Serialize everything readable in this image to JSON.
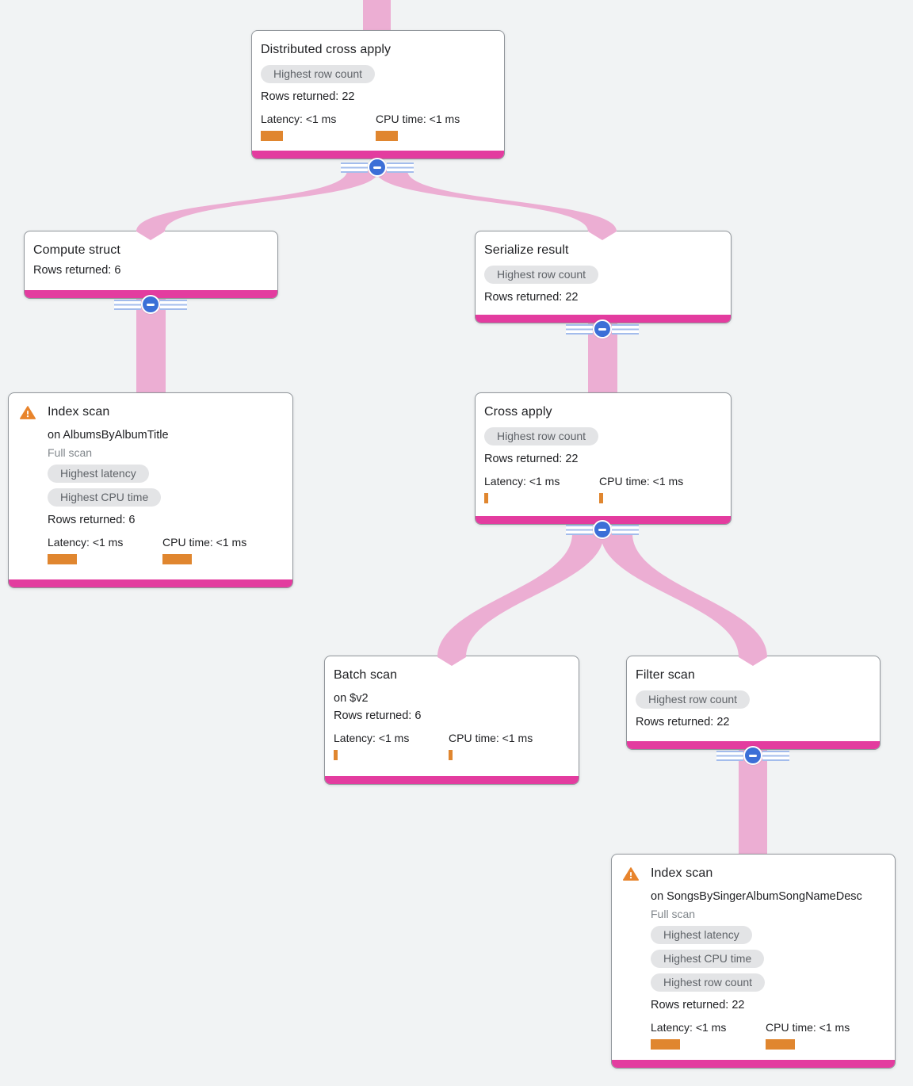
{
  "colors": {
    "background": "#f1f3f4",
    "node_accent_bar": "#e33c9f",
    "flow_ribbon": "#ecaed3",
    "metric_bar": "#e0862f",
    "warning_icon": "#e8842c",
    "collapse_button": "#3c6fd7",
    "badge_background": "#e3e4e6",
    "badge_text": "#5f6368"
  },
  "nodes": [
    {
      "title": "Distributed cross apply",
      "badges": [
        "Highest row count"
      ],
      "rows_returned": "Rows returned: 22",
      "metrics": {
        "latency": "Latency: <1 ms",
        "cpu": "CPU time: <1 ms"
      }
    },
    {
      "title": "Compute struct",
      "rows_returned": "Rows returned: 6"
    },
    {
      "title": "Serialize result",
      "badges": [
        "Highest row count"
      ],
      "rows_returned": "Rows returned: 22"
    },
    {
      "title": "Index scan",
      "subtitle": "on AlbumsByAlbumTitle",
      "scan_mode": "Full scan",
      "badges": [
        "Highest latency",
        "Highest CPU time"
      ],
      "rows_returned": "Rows returned: 6",
      "metrics": {
        "latency": "Latency: <1 ms",
        "cpu": "CPU time: <1 ms"
      }
    },
    {
      "title": "Cross apply",
      "badges": [
        "Highest row count"
      ],
      "rows_returned": "Rows returned: 22",
      "metrics": {
        "latency": "Latency: <1 ms",
        "cpu": "CPU time: <1 ms"
      }
    },
    {
      "title": "Batch scan",
      "subtitle": "on $v2",
      "rows_returned": "Rows returned: 6",
      "metrics": {
        "latency": "Latency: <1 ms",
        "cpu": "CPU time: <1 ms"
      }
    },
    {
      "title": "Filter scan",
      "badges": [
        "Highest row count"
      ],
      "rows_returned": "Rows returned: 22"
    },
    {
      "title": "Index scan",
      "subtitle": "on SongsBySingerAlbumSongNameDesc",
      "scan_mode": "Full scan",
      "badges": [
        "Highest latency",
        "Highest CPU time",
        "Highest row count"
      ],
      "rows_returned": "Rows returned: 22",
      "metrics": {
        "latency": "Latency: <1 ms",
        "cpu": "CPU time: <1 ms"
      }
    }
  ]
}
